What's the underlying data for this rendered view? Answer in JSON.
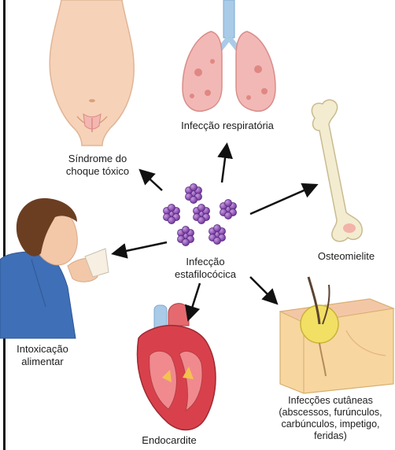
{
  "center_label": {
    "line1": "Infecção",
    "line2": "estafilocócica"
  },
  "conditions": {
    "toxic_shock": {
      "line1": "Síndrome do",
      "line2": "choque tóxico"
    },
    "respiratory": {
      "line1": "Infecção respiratória"
    },
    "osteomyelitis": {
      "line1": "Osteomielite"
    },
    "food_poisoning": {
      "line1": "Intoxicação",
      "line2": "alimentar"
    },
    "endocarditis": {
      "line1": "Endocardite"
    },
    "skin_infections": {
      "line1": "Infecções cutâneas",
      "line2": "(abscessos, furúnculos,",
      "line3": "carbúnculos, impetigo,",
      "line4": "feridas)"
    }
  },
  "colors": {
    "bacteria": "#7b3fa6",
    "skin": "#f6d2b8",
    "lung": "#f2b8b5",
    "trachea": "#a9cbe8",
    "bone": "#f3ecd0",
    "heart": "#d8414b",
    "shirt": "#3f6fb6",
    "hair": "#6b3e22",
    "tissue": "#f7d6a0",
    "arrow": "#111111"
  }
}
